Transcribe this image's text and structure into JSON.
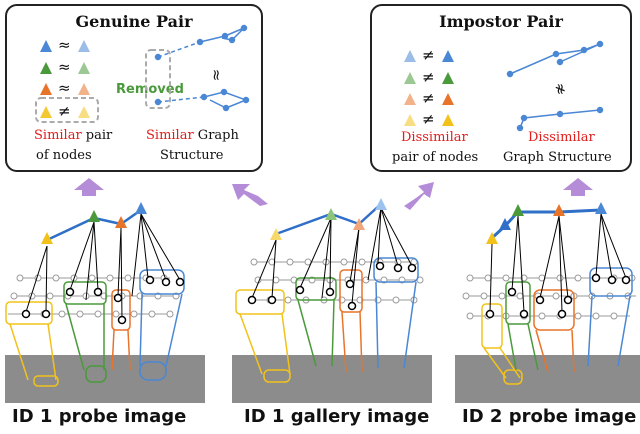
{
  "genuine": {
    "title": "Genuine Pair",
    "eq_symbol": "≈",
    "neq_symbol": "≠",
    "removed_label": "Removed",
    "similar_word_1": "Similar",
    "pair_suffix": " pair",
    "of_nodes": "of nodes",
    "similar_word_2": "Similar",
    "graph_suffix": " Graph",
    "structure": "Structure",
    "approx_graph_symbol": "≈"
  },
  "impostor": {
    "title": "Impostor Pair",
    "neq_symbol": "≠",
    "dissimilar_1": "Dissimilar",
    "pair_of_nodes": "pair of nodes",
    "dissimilar_2": "Dissimilar",
    "graph_structure": "Graph Structure",
    "not_approx_symbol": "≉"
  },
  "captions": {
    "left": "ID 1 probe image",
    "middle": "ID 1 gallery image",
    "right": "ID 2 probe image"
  },
  "colors": {
    "blue": "#4a87d4",
    "green": "#4a9a3b",
    "orange": "#e8742a",
    "yellow": "#f2c21b",
    "red": "#e11d1d",
    "arrow": "#b48cd8",
    "grid": "#9a9a9a"
  }
}
